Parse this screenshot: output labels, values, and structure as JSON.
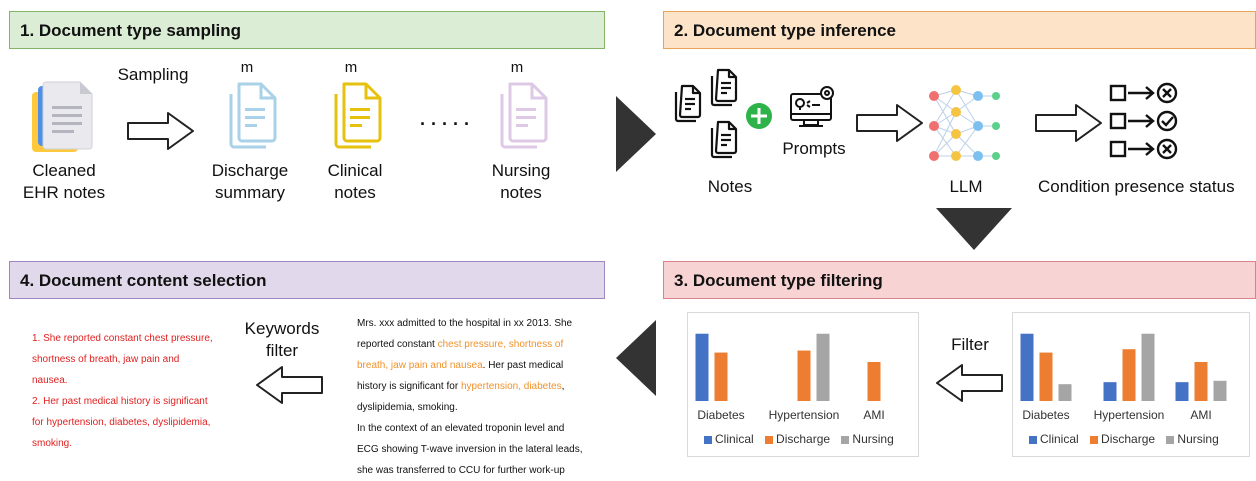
{
  "steps": {
    "s1": "1. Document type sampling",
    "s2": "2. Document type inference",
    "s3": "3. Document type filtering",
    "s4": "4. Document content selection"
  },
  "colors": {
    "s1_bg": "#dcedd6",
    "s1_border": "#82b366",
    "s2_bg": "#fde4c8",
    "s2_border": "#e8a35a",
    "s3_bg": "#f8d3d3",
    "s3_border": "#d9828a",
    "s4_bg": "#e2d8ec",
    "s4_border": "#9f86c0",
    "clinical": "#4472c4",
    "discharge": "#ed7d31",
    "nursing": "#a5a5a5"
  },
  "sampling": {
    "arrow_label": "Sampling",
    "source_line1": "Cleaned",
    "source_line2": "EHR notes",
    "m1": "m",
    "m2": "m",
    "m3": "m",
    "doc1_line1": "Discharge",
    "doc1_line2": "summary",
    "doc2_line1": "Clinical",
    "doc2_line2": "notes",
    "doc3_line1": "Nursing",
    "doc3_line2": "notes",
    "ellipsis": "· · · · ·"
  },
  "inference": {
    "notes_label": "Notes",
    "prompts_label": "Prompts",
    "llm_label": "LLM",
    "status_label": "Condition presence status"
  },
  "filtering": {
    "filter_label": "Filter"
  },
  "selection": {
    "keywords_line1": "Keywords",
    "keywords_line2": "filter",
    "result": [
      "1. She reported constant chest pressure,",
      "shortness of breath, jaw pain and",
      "nausea.",
      "2. Her past medical history is significant",
      "for hypertension, diabetes, dyslipidemia,",
      "smoking."
    ],
    "note_parts": {
      "l1": "Mrs. xxx admitted to the hospital in xx 2013. She",
      "l2a": "reported constant ",
      "l2b": "chest pressure, shortness of",
      "l3a": "breath, jaw pain and nausea",
      "l3b": ". Her past medical",
      "l4a": "history is significant for ",
      "l4b": "hypertension, diabetes",
      "l4c": ",",
      "l5": "dyslipidemia, smoking.",
      "l6": "In the context of an elevated troponin level and",
      "l7": "ECG showing T-wave inversion in the lateral leads,",
      "l8": "she was transferred to CCU for further work-up"
    }
  },
  "chart_data": [
    {
      "type": "bar",
      "title": "",
      "categories": [
        "Diabetes",
        "Hypertension",
        "AMI"
      ],
      "series": [
        {
          "name": "Clinical",
          "values": [
            1.0,
            0.0,
            0.0
          ]
        },
        {
          "name": "Discharge",
          "values": [
            0.72,
            0.75,
            0.58
          ]
        },
        {
          "name": "Nursing",
          "values": [
            0.0,
            1.0,
            0.0
          ]
        }
      ],
      "ylim": [
        0,
        1.1
      ],
      "grid": false,
      "legend": "bottom"
    },
    {
      "type": "bar",
      "title": "",
      "categories": [
        "Diabetes",
        "Hypertension",
        "AMI"
      ],
      "series": [
        {
          "name": "Clinical",
          "values": [
            1.0,
            0.28,
            0.28
          ]
        },
        {
          "name": "Discharge",
          "values": [
            0.72,
            0.77,
            0.58
          ]
        },
        {
          "name": "Nursing",
          "values": [
            0.25,
            1.0,
            0.3
          ]
        }
      ],
      "ylim": [
        0,
        1.1
      ],
      "grid": false,
      "legend": "bottom"
    }
  ]
}
